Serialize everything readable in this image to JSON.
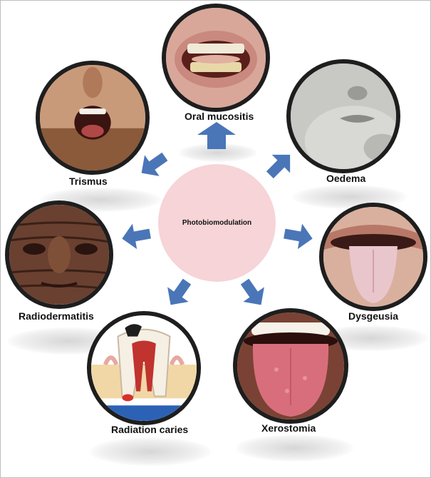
{
  "center": {
    "label": "Photobiomodulation"
  },
  "nodes": [
    {
      "label": "Oral mucositis"
    },
    {
      "label": "Oedema"
    },
    {
      "label": "Dysgeusia"
    },
    {
      "label": "Xerostomia"
    },
    {
      "label": "Radiation caries"
    },
    {
      "label": "Radiodermatitis"
    },
    {
      "label": "Trismus"
    }
  ],
  "colors": {
    "arrow": "#4a76b8",
    "center_fill": "#f6d4d8",
    "ring": "#1e1e1e"
  }
}
